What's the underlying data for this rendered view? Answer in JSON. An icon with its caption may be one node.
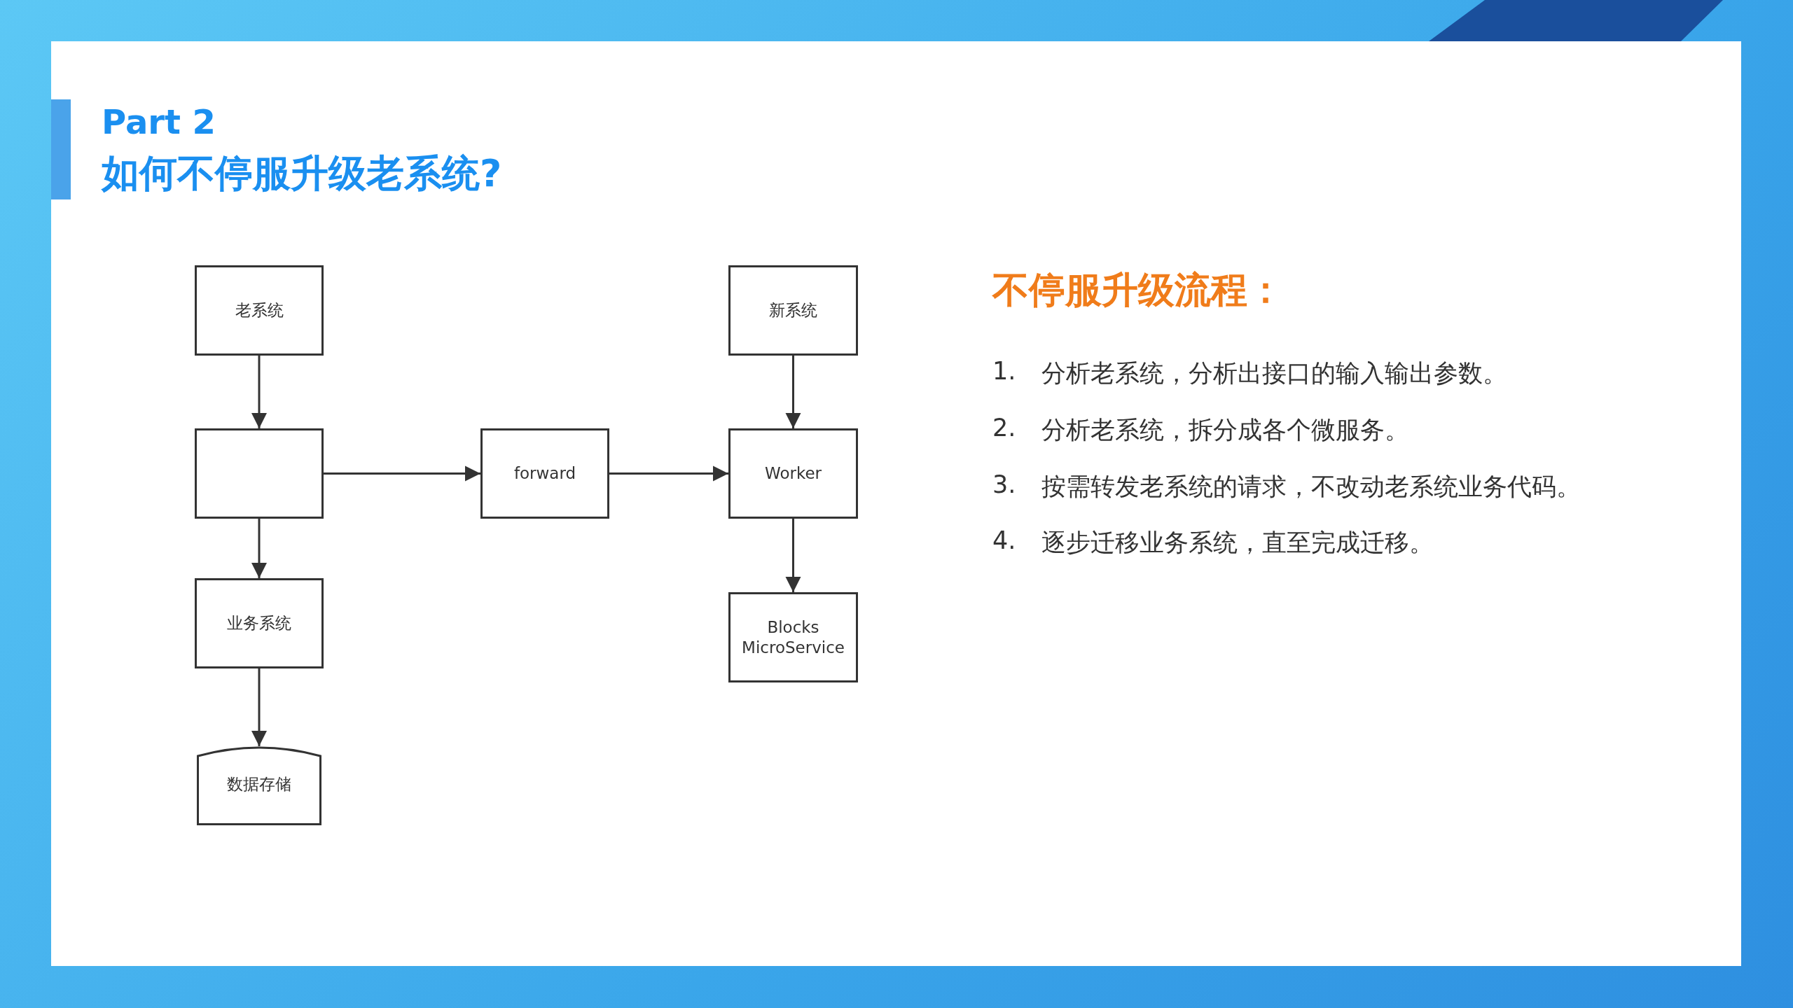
{
  "diagram": {
    "title": "如何不停服升级老系统?",
    "nodes": [
      {
        "text": [
          "老系统"
        ]
      },
      {
        "text": [],
        "shape": "box"
      },
      {
        "text": [
          "业务系统"
        ]
      },
      {
        "text": [
          "数据存储"
        ]
      },
      {
        "text": [
          "forward"
        ]
      },
      {
        "text": [
          "新系统"
        ]
      },
      {
        "text": [
          "Worker"
        ]
      },
      {
        "text": [
          "Blocks MicroService"
        ]
      }
    ],
    "edges": [
      {
        "from": 0,
        "to": 1,
        "arrow": "to"
      },
      {
        "from": 1,
        "to": 2,
        "arrow": "to"
      },
      {
        "from": 2,
        "to": 3,
        "arrow": "to"
      },
      {
        "from": 1,
        "to": 4,
        "arrow": "to"
      },
      {
        "from": 4,
        "to": 6,
        "arrow": "to"
      },
      {
        "from": 5,
        "to": 6,
        "arrow": "to"
      },
      {
        "from": 6,
        "to": 7,
        "arrow": "to"
      }
    ],
    "labels": [
      "Part 2",
      "不停服升级流程：",
      "1.",
      "分析老系统，分析出接口的输入输出参数。",
      "2.",
      "分析老系统，拆分成各个微服务。",
      "3.",
      "按需转发老系统的请求，不改动老系统业务代码。",
      "4.",
      "逐步迁移业务系统，直至完成迁移。"
    ]
  }
}
